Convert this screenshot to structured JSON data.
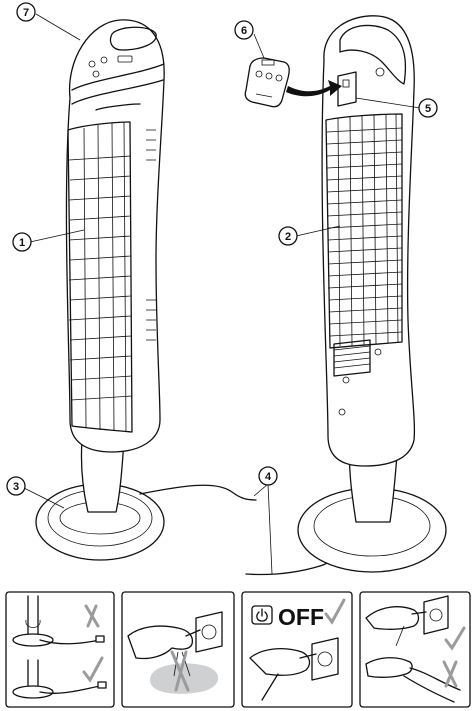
{
  "callouts": [
    {
      "number": "1",
      "target": "front-grille"
    },
    {
      "number": "2",
      "target": "rear-grille"
    },
    {
      "number": "3",
      "target": "base"
    },
    {
      "number": "4",
      "target": "power-cord"
    },
    {
      "number": "5",
      "target": "remote-holder"
    },
    {
      "number": "6",
      "target": "remote-control"
    },
    {
      "number": "7",
      "target": "control-panel"
    }
  ],
  "safety_panels": [
    {
      "id": "cord-position",
      "marks": [
        "cross",
        "check"
      ]
    },
    {
      "id": "wet-hands-plug",
      "marks": [
        "cross"
      ]
    },
    {
      "id": "switch-off-unplug",
      "marks": [
        "check"
      ],
      "label": "OFF"
    },
    {
      "id": "pull-plug-not-cord",
      "marks": [
        "check",
        "cross"
      ]
    }
  ],
  "colors": {
    "line": "#111111",
    "mark": "#9a9b9d",
    "floor": "#c8c9cb"
  }
}
